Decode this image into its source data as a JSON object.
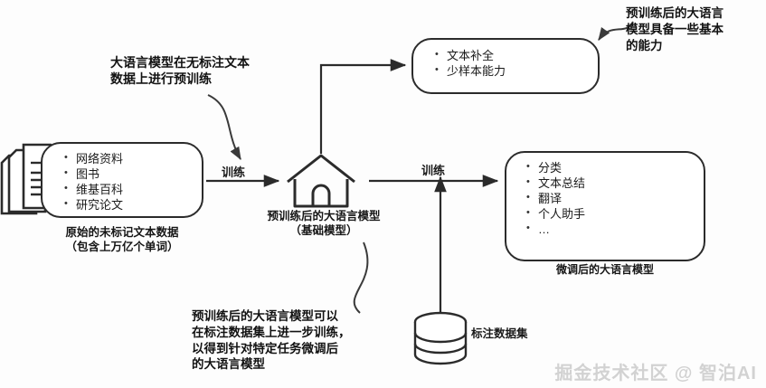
{
  "diagram": {
    "title": "LLM pretraining and finetuning pipeline",
    "stroke_color": "#2b2b2b",
    "background_color": "#fdfdfd",
    "watermark": "掘金技术社区 @ 智泊AI"
  },
  "nodes": {
    "sources_box": {
      "icon": "documents-icon",
      "items": [
        "网络资料",
        "图书",
        "维基百科",
        "研究论文"
      ],
      "caption_line1": "原始的未标记文本数据",
      "caption_line2": "（包含上万亿个单词）"
    },
    "base_model": {
      "icon": "house-icon",
      "caption_line1": "预训练后的大语言模型",
      "caption_line2": "（基础模型）"
    },
    "base_capabilities_box": {
      "items": [
        "文本补全",
        "少样本能力"
      ]
    },
    "finetuned_box": {
      "icon": "lightbulb-icon",
      "items": [
        "分类",
        "文本总结",
        "翻译",
        "个人助手",
        "…"
      ],
      "caption": "微调后的大语言模型"
    },
    "labeled_dataset": {
      "icon": "database-icon",
      "label": "标注数据集"
    }
  },
  "edges": {
    "train_1_label": "训练",
    "train_2_label": "训练"
  },
  "annotations": {
    "pretraining": {
      "line1": "大语言模型在无标注文本",
      "line2": "数据上进行预训练"
    },
    "base_abilities": {
      "line1": "预训练后的大语言",
      "line2": "模型具备一些基本",
      "line3": "的能力"
    },
    "finetuning": {
      "line1": "预训练后的大语言模型可以",
      "line2": "在标注数据集上进一步训练，",
      "line3": "以得到针对特定任务微调后",
      "line4": "的大语言模型"
    }
  }
}
